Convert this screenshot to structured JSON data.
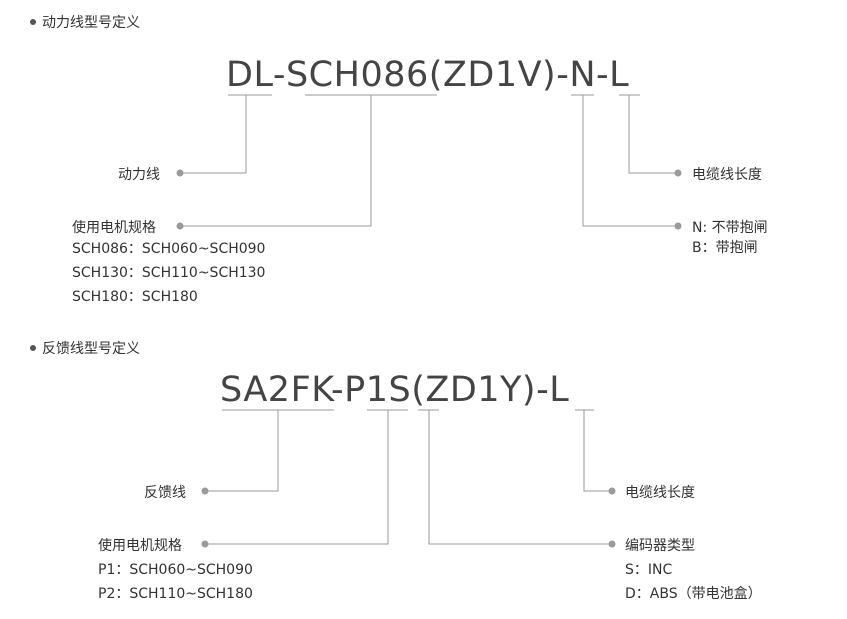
{
  "section1": {
    "title": "动力线型号定义",
    "code": "DL-SCH086(ZD1V)-N-L",
    "labels": {
      "line": "动力线",
      "motor_spec": "使用电机规格",
      "motor_specs": [
        "SCH086：SCH060~SCH090",
        "SCH130：SCH110~SCH130",
        "SCH180：SCH180"
      ],
      "brake": "N:  不带抱闸",
      "brake_b": "B：带抱闸",
      "cable_length": "电缆线长度"
    }
  },
  "section2": {
    "title": "反馈线型号定义",
    "code": "SA2FK-P1S(ZD1Y)-L",
    "labels": {
      "line": "反馈线",
      "motor_spec": "使用电机规格",
      "motor_specs": [
        "P1：SCH060~SCH090",
        "P2：SCH110~SCH180"
      ],
      "encoder": "编码器类型",
      "encoder_types": [
        "S：INC",
        "D：ABS（带电池盒）"
      ],
      "cable_length": "电缆线长度"
    }
  },
  "colors": {
    "line": "#9a9a9a",
    "dot": "#9a9a9a",
    "text": "#333333"
  }
}
